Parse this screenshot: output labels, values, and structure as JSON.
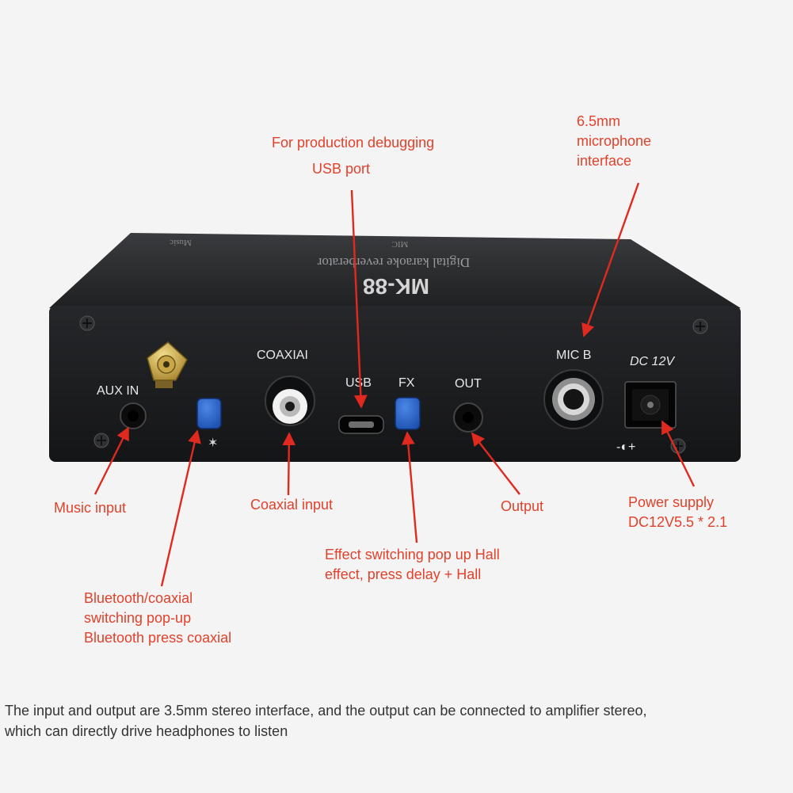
{
  "device": {
    "model": "MK-88",
    "subtitle": "Digital karaoke reverberator",
    "top_labels": [
      "Music",
      "MIC"
    ],
    "panel_labels": {
      "aux_in": "AUX IN",
      "coaxial": "COAXIAI",
      "usb": "USB",
      "fx": "FX",
      "out": "OUT",
      "mic_b": "MIC B",
      "dc": "DC 12V",
      "polarity": "-◐+"
    },
    "colors": {
      "body": "#1b1c1e",
      "button": "#2a63c6",
      "arrow": "#e02a1f",
      "annotation": "#e2412b"
    }
  },
  "annotations": {
    "usb_port": [
      "For production debugging",
      "USB port"
    ],
    "microphone": [
      "6.5mm",
      "microphone",
      "interface"
    ],
    "music_input": "Music input",
    "coaxial_input": "Coaxial input",
    "output": "Output",
    "power_supply": [
      "Power supply",
      "DC12V5.5 * 2.1"
    ],
    "effect_switch": [
      "Effect switching pop up Hall",
      "effect, press delay + Hall"
    ],
    "bt_coax_switch": [
      "Bluetooth/coaxial",
      "switching pop-up",
      "Bluetooth press coaxial"
    ]
  },
  "caption": [
    "The input and output are 3.5mm stereo interface, and the output can be connected to amplifier stereo,",
    "which can directly drive headphones to listen"
  ]
}
